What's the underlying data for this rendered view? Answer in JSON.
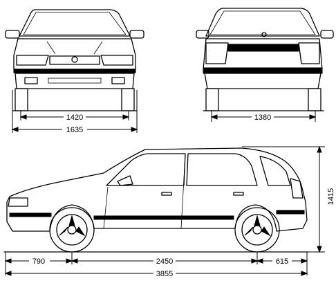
{
  "dimensions": {
    "front_track": "1420",
    "front_width": "1635",
    "rear_track": "1380",
    "front_overhang": "790",
    "wheelbase": "2450",
    "rear_overhang": "615",
    "overall_length": "3855",
    "height": "1415"
  }
}
